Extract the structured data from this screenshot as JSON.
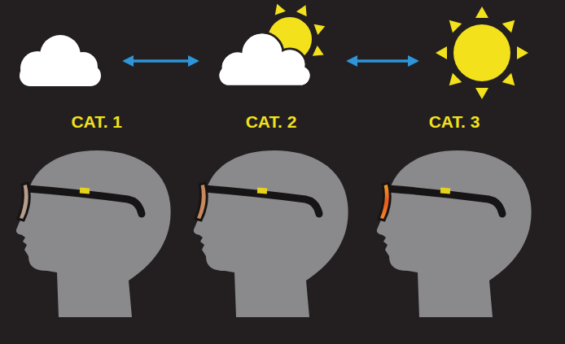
{
  "diagram": {
    "nodes": [
      {
        "text": [
          "CAT. 1"
        ]
      },
      {
        "text": [
          "CAT. 2"
        ]
      },
      {
        "text": [
          "CAT. 3"
        ]
      }
    ],
    "edges": [
      {
        "from": 0,
        "to": 1,
        "arrow": "both"
      },
      {
        "from": 1,
        "to": 2,
        "arrow": "both"
      }
    ]
  }
}
